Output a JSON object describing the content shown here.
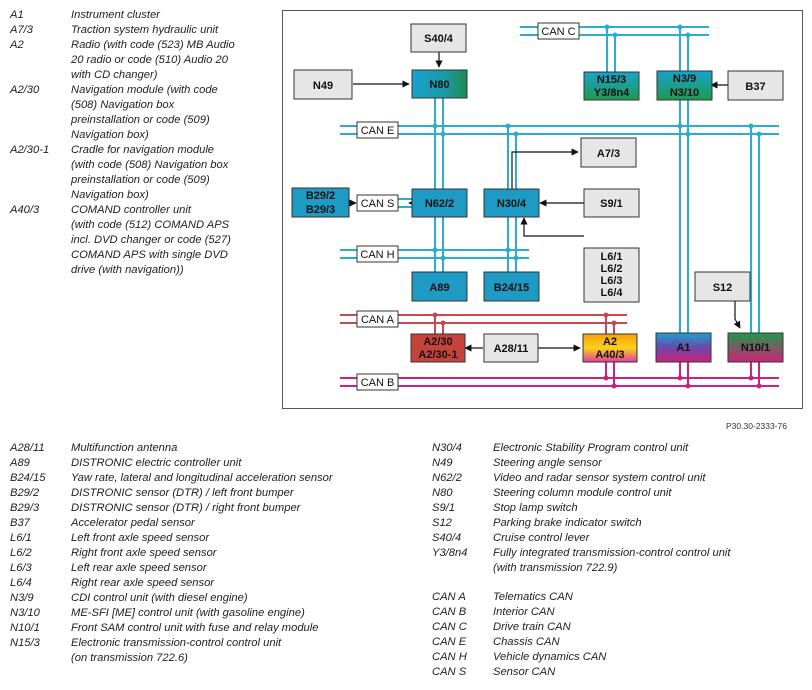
{
  "figure_id": "P30.30-2333-76",
  "nodes": {
    "S40_4": "S40/4",
    "N49": "N49",
    "N80": "N80",
    "N15_3": [
      "N15/3",
      "Y3/8n4"
    ],
    "N3_9": [
      "N3/9",
      "N3/10"
    ],
    "B37": "B37",
    "A7_3": "A7/3",
    "B29": [
      "B29/2",
      "B29/3"
    ],
    "N62_2": "N62/2",
    "N30_4": "N30/4",
    "S9_1": "S9/1",
    "L6": [
      "L6/1",
      "L6/2",
      "L6/3",
      "L6/4"
    ],
    "A89": "A89",
    "B24_15": "B24/15",
    "S12": "S12",
    "A2_30": [
      "A2/30",
      "A2/30-1"
    ],
    "A28_11": "A28/11",
    "A2": [
      "A2",
      "A40/3"
    ],
    "A1": "A1",
    "N10_1": "N10/1"
  },
  "buses": {
    "can_c": "CAN C",
    "can_e": "CAN E",
    "can_s": "CAN S",
    "can_h": "CAN H",
    "can_a": "CAN A",
    "can_b": "CAN B"
  },
  "colors": {
    "bus_blue": "#2aaed0",
    "bus_red": "#c24a52",
    "bus_magenta": "#d0207a",
    "box_gray": "#e6e6e6",
    "box_blue": "#1e9bc4"
  },
  "legend_top": [
    {
      "code": "A1",
      "desc": [
        "Instrument cluster"
      ]
    },
    {
      "code": "A7/3",
      "desc": [
        "Traction system hydraulic unit"
      ]
    },
    {
      "code": "A2",
      "desc": [
        "Radio (with code (523) MB Audio",
        "20 radio or code (510) Audio 20",
        "with CD changer)"
      ]
    },
    {
      "code": "A2/30",
      "desc": [
        "Navigation module (with code",
        "(508) Navigation box",
        "preinstallation or code (509)",
        "Navigation box)"
      ]
    },
    {
      "code": "A2/30-1",
      "desc": [
        "Cradle for navigation module",
        "(with code (508) Navigation box",
        "preinstallation or code (509)",
        "Navigation box)"
      ]
    },
    {
      "code": "A40/3",
      "desc": [
        "COMAND controller unit",
        "(with code (512) COMAND APS",
        "incl. DVD changer or code (527)",
        "COMAND APS with single DVD",
        "drive (with navigation))"
      ]
    }
  ],
  "legend_bottom_left": [
    {
      "code": "A28/11",
      "desc": [
        "Multifunction antenna"
      ]
    },
    {
      "code": "A89",
      "desc": [
        "DISTRONIC electric controller unit"
      ]
    },
    {
      "code": "B24/15",
      "desc": [
        "Yaw rate, lateral and longitudinal acceleration sensor"
      ]
    },
    {
      "code": "B29/2",
      "desc": [
        "DISTRONIC sensor (DTR) / left front bumper"
      ]
    },
    {
      "code": "B29/3",
      "desc": [
        "DISTRONIC sensor (DTR) / right front bumper"
      ]
    },
    {
      "code": "B37",
      "desc": [
        "Accelerator pedal sensor"
      ]
    },
    {
      "code": "L6/1",
      "desc": [
        "Left front axle speed sensor"
      ]
    },
    {
      "code": "L6/2",
      "desc": [
        "Right front axle speed sensor"
      ]
    },
    {
      "code": "L6/3",
      "desc": [
        "Left rear axle speed sensor"
      ]
    },
    {
      "code": "L6/4",
      "desc": [
        "Right rear axle speed sensor"
      ]
    },
    {
      "code": "N3/9",
      "desc": [
        "CDI control unit (with diesel engine)"
      ]
    },
    {
      "code": "N3/10",
      "desc": [
        "ME-SFI [ME] control unit (with gasoline engine)"
      ]
    },
    {
      "code": "N10/1",
      "desc": [
        "Front SAM control unit with fuse and relay module"
      ]
    },
    {
      "code": "N15/3",
      "desc": [
        "Electronic transmission-control control unit",
        "(on transmission 722.6)"
      ]
    }
  ],
  "legend_bottom_right": [
    {
      "code": "N30/4",
      "desc": [
        "Electronic Stability Program control unit"
      ]
    },
    {
      "code": "N49",
      "desc": [
        "Steering angle sensor"
      ]
    },
    {
      "code": "N62/2",
      "desc": [
        "Video and radar sensor system control unit"
      ]
    },
    {
      "code": "N80",
      "desc": [
        "Steering column module control unit"
      ]
    },
    {
      "code": "S9/1",
      "desc": [
        "Stop lamp switch"
      ]
    },
    {
      "code": "S12",
      "desc": [
        "Parking brake indicator switch"
      ]
    },
    {
      "code": "S40/4",
      "desc": [
        "Cruise control lever"
      ]
    },
    {
      "code": "Y3/8n4",
      "desc": [
        "Fully integrated transmission-control control unit",
        "(with transmission 722.9)"
      ]
    }
  ],
  "legend_can": [
    {
      "code": "CAN A",
      "desc": [
        "Telematics CAN"
      ]
    },
    {
      "code": "CAN B",
      "desc": [
        "Interior CAN"
      ]
    },
    {
      "code": "CAN C",
      "desc": [
        "Drive train CAN"
      ]
    },
    {
      "code": "CAN E",
      "desc": [
        "Chassis CAN"
      ]
    },
    {
      "code": "CAN H",
      "desc": [
        "Vehicle dynamics CAN"
      ]
    },
    {
      "code": "CAN S",
      "desc": [
        "Sensor CAN"
      ]
    }
  ]
}
